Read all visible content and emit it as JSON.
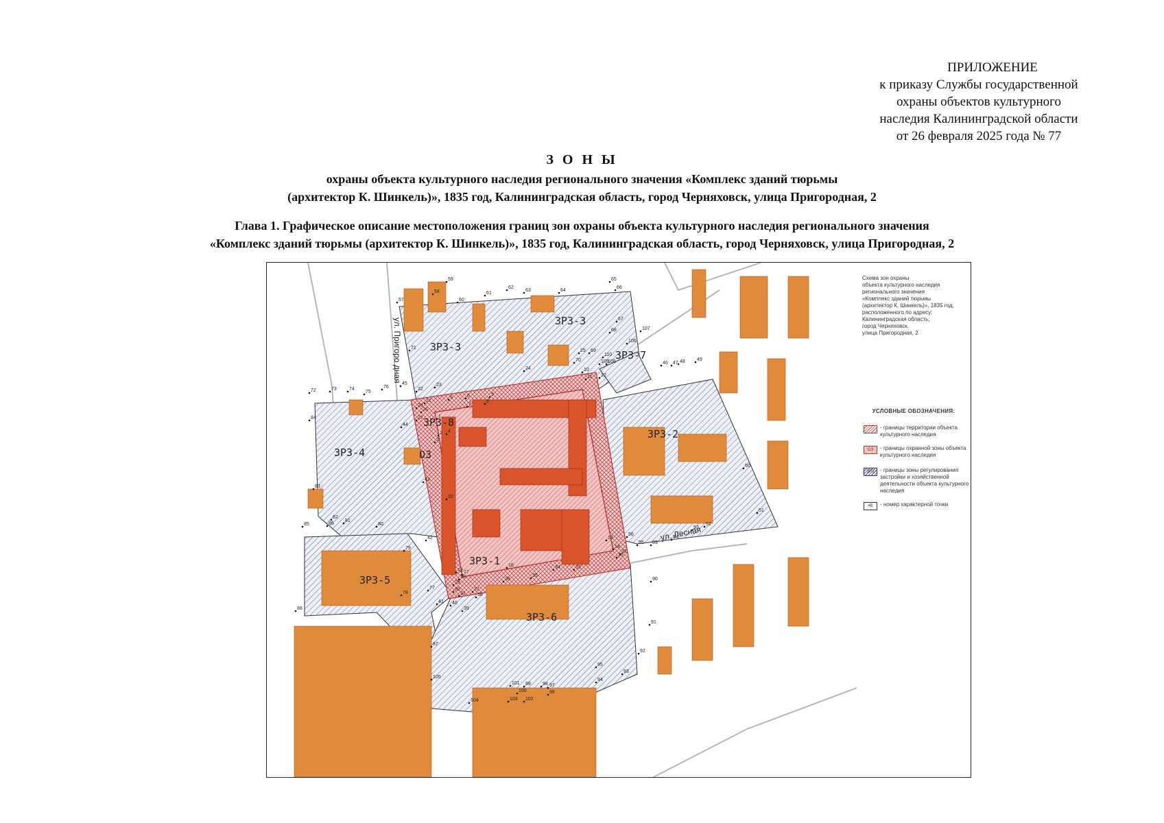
{
  "appendix": {
    "heading": "ПРИЛОЖЕНИЕ",
    "line1": "к приказу Службы государственной",
    "line2": "охраны объектов культурного",
    "line3": "наследия Калининградской области",
    "line4": "от 26 февраля 2025 года  № 77"
  },
  "title": {
    "main": "З О Н Ы",
    "line1": "охраны объекта культурного наследия регионального значения «Комплекс зданий тюрьмы",
    "line2": "(архитектор К. Шинкель)», 1835 год, Калининградская область, город Черняховск, улица Пригородная, 2"
  },
  "chapter": {
    "line1": "Глава 1. Графическое описание местоположения границ зон охраны объекта культурного наследия регионального значения",
    "line2": "«Комплекс зданий тюрьмы (архитектор К. Шинкель)», 1835 год, Калининградская область, город Черняховск, улица Пригородная, 2"
  },
  "map": {
    "zones": [
      "ЗРЗ-3",
      "ЗРЗ-3",
      "ЗРЗ-7",
      "ЗРЗ-8",
      "ЗРЗ-2",
      "ЗРЗ-4",
      "ОЗ",
      "ЗРЗ-1",
      "ЗРЗ-5",
      "ЗРЗ-6"
    ],
    "streets": [
      "ул. Пригоро дная",
      "ул. Лесная"
    ],
    "colors": {
      "building": "#e08a3c",
      "object_territory": "#d44a2a",
      "protection_zone": "#e8a6a6",
      "regulation_zone": "#6b7a99",
      "road": "#999999"
    },
    "points": [
      "1",
      "2",
      "3",
      "4",
      "5",
      "6",
      "7",
      "8",
      "9",
      "10",
      "11",
      "12",
      "13",
      "14",
      "15",
      "16",
      "17",
      "18",
      "19",
      "20",
      "21",
      "22",
      "23",
      "24",
      "25",
      "26",
      "27",
      "28",
      "29",
      "30",
      "31",
      "32",
      "33",
      "34",
      "35",
      "36",
      "37",
      "38",
      "39",
      "40",
      "41",
      "42",
      "43",
      "44",
      "45",
      "46",
      "47",
      "48",
      "49",
      "50",
      "51",
      "52",
      "53",
      "54",
      "55",
      "56",
      "57",
      "58",
      "59",
      "60",
      "61",
      "62",
      "63",
      "64",
      "65",
      "66",
      "67",
      "68",
      "69",
      "70",
      "71",
      "72",
      "73",
      "74",
      "75",
      "76",
      "77",
      "78",
      "79",
      "80",
      "81",
      "82",
      "83",
      "84",
      "85",
      "86",
      "87",
      "88",
      "89",
      "90",
      "91",
      "92",
      "93",
      "94",
      "95",
      "96",
      "97",
      "98",
      "99",
      "100",
      "101",
      "102",
      "103",
      "104",
      "105",
      "106",
      "107",
      "108",
      "109",
      "110"
    ]
  },
  "legend": {
    "description": [
      "Схема зон охраны",
      "объекта культурного наследия",
      "регионального значения",
      "«Комплекс зданий тюрьмы",
      "(архитектор К. Шинкель)», 1835 год,",
      "расположенного по адресу:",
      "Калининградская область,",
      "город Черняховск,",
      "улица Пригородная, 2"
    ],
    "title": "УСЛОВНЫЕ ОБОЗНАЧЕНИЯ:",
    "items": [
      {
        "swatch": "",
        "label": "- границы территории объекта культурного наследия"
      },
      {
        "swatch": "ОЗ",
        "label": "- границы охранной зоны объекта культурного наследия"
      },
      {
        "swatch": "ЗРЗ",
        "label": "- границы зоны регулирования застройки и хозяйственной деятельности объекта культурного наследия"
      },
      {
        "swatch": "•8",
        "label": "- номер характерной точки"
      }
    ]
  }
}
